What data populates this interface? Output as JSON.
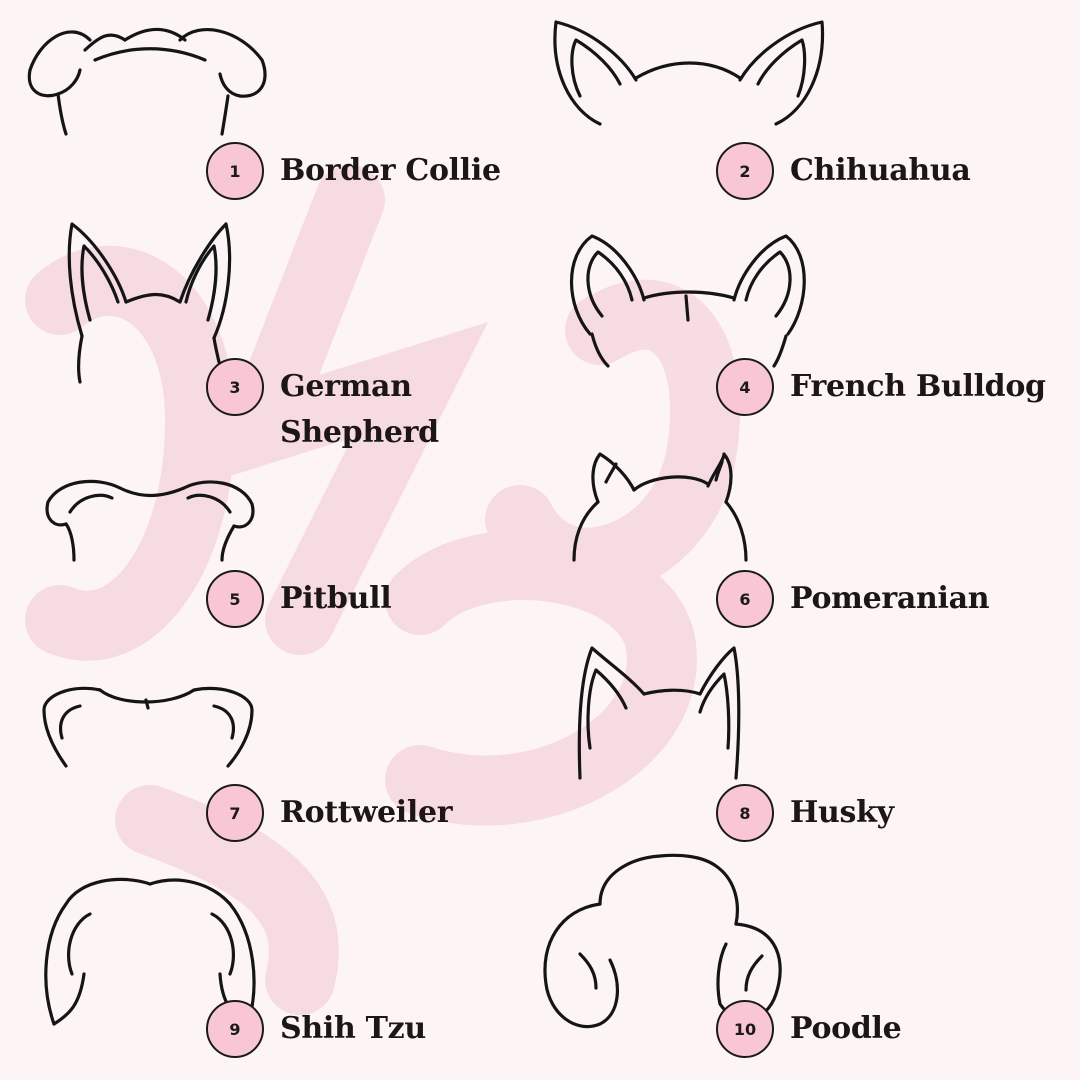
{
  "title": "",
  "breeds": [
    {
      "number": "1",
      "name": "Border Collie",
      "ear_style": "fluffy-folded-ears"
    },
    {
      "number": "2",
      "name": "Chihuahua",
      "ear_style": "large-pointed-ears"
    },
    {
      "number": "3",
      "name": "German Shepherd",
      "ear_style": "tall-pointed-ears"
    },
    {
      "number": "4",
      "name": "French Bulldog",
      "ear_style": "bat-ears"
    },
    {
      "number": "5",
      "name": "Pitbull",
      "ear_style": "rose-ears"
    },
    {
      "number": "6",
      "name": "Pomeranian",
      "ear_style": "small-fluffy-ears"
    },
    {
      "number": "7",
      "name": "Rottweiler",
      "ear_style": "folded-triangle-ears"
    },
    {
      "number": "8",
      "name": "Husky",
      "ear_style": "erect-triangle-ears"
    },
    {
      "number": "9",
      "name": "Shih Tzu",
      "ear_style": "long-drop-ears"
    },
    {
      "number": "10",
      "name": "Poodle",
      "ear_style": "curly-drop-ears"
    }
  ],
  "colors": {
    "background": "#fdf5f5",
    "badge": "#f8c7d3",
    "text": "#1c1616",
    "watermark": "#f6d3dc"
  }
}
